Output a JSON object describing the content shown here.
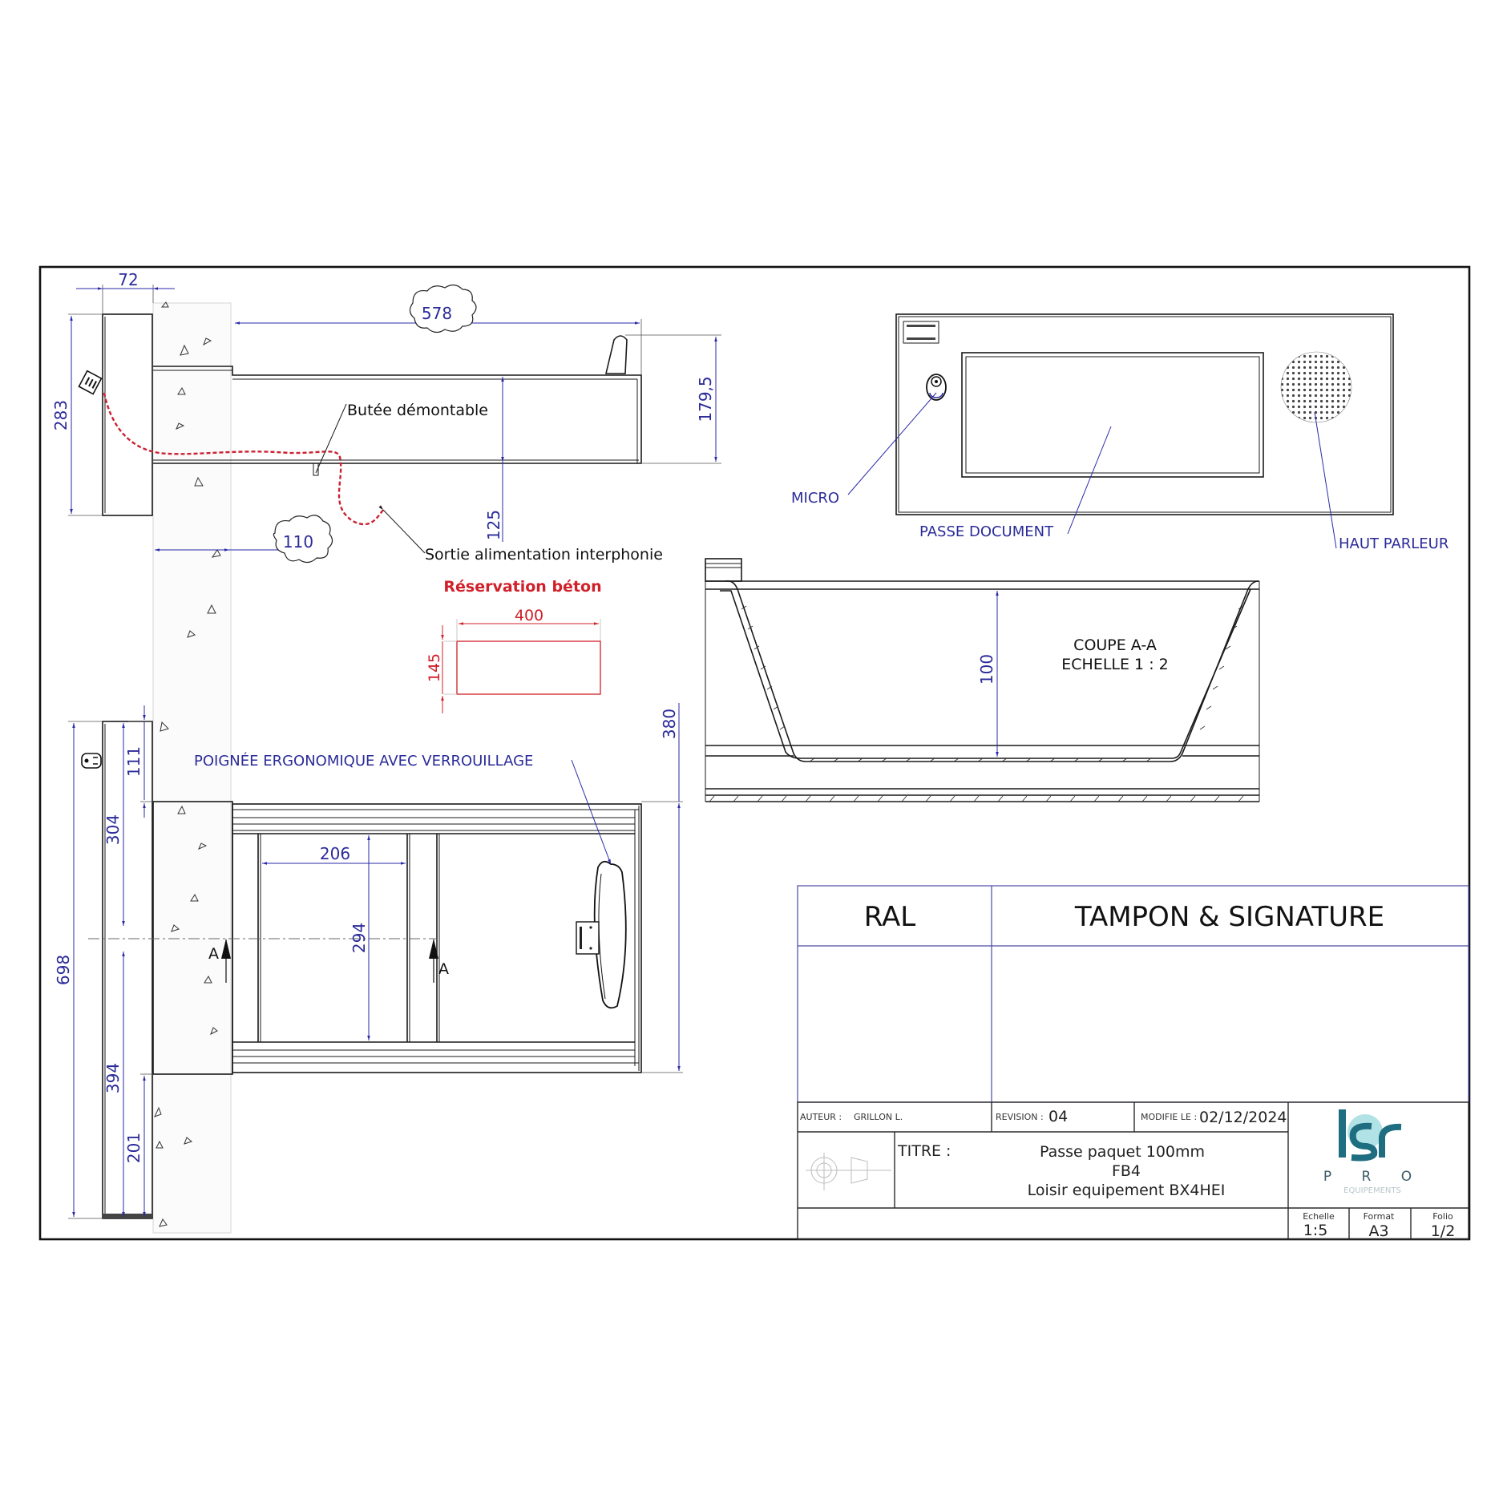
{
  "drawing": {
    "top_view": {
      "dim_wall_thickness": "72",
      "dim_height": "283",
      "dim_length": "578",
      "dim_depth": "179,5",
      "dim_offset": "125",
      "dim_embed": "110",
      "label_stop": "Butée démontable",
      "label_power": "Sortie alimentation interphonie"
    },
    "reservation": {
      "title": "Réservation béton",
      "width": "400",
      "height": "145"
    },
    "front_panel": {
      "label_micro": "MICRO",
      "label_document": "PASSE DOCUMENT",
      "label_speaker": "HAUT PARLEUR"
    },
    "section": {
      "title": "COUPE A-A",
      "scale": "ECHELLE 1 : 2",
      "dim_depth": "100"
    },
    "elevation": {
      "label_handle": "POIGNÉE ERGONOMIQUE AVEC VERROUILLAGE",
      "dim_total": "698",
      "dim_top": "111",
      "dim_304": "304",
      "dim_394": "394",
      "dim_201": "201",
      "dim_opening_width": "206",
      "dim_opening_height": "294",
      "dim_380": "380",
      "section_marker": "A"
    }
  },
  "title_block": {
    "ral_header": "RAL",
    "stamp_header": "TAMPON & SIGNATURE",
    "author_label": "AUTEUR :",
    "author_value": "GRILLON L.",
    "revision_label": "REVISION :",
    "revision_value": "04",
    "modified_label": "MODIFIE LE :",
    "modified_value": "02/12/2024",
    "title_label": "TITRE :",
    "title_line1": "Passe paquet 100mm",
    "title_line2": "FB4",
    "title_line3": "Loisir equipement BX4HEI",
    "logo_mark": "lsr",
    "logo_pro": "P R O",
    "logo_sub": "EQUIPEMENTS",
    "scale_label": "Echelle",
    "scale_value": "1:5",
    "format_label": "Format",
    "format_value": "A3",
    "folio_label": "Folio",
    "folio_value": "1/2"
  },
  "colors": {
    "dimension": "#2b2b9a",
    "reservation": "#d0202a",
    "logo_primary": "#1e6d80",
    "logo_accent": "#6fc7cf"
  }
}
